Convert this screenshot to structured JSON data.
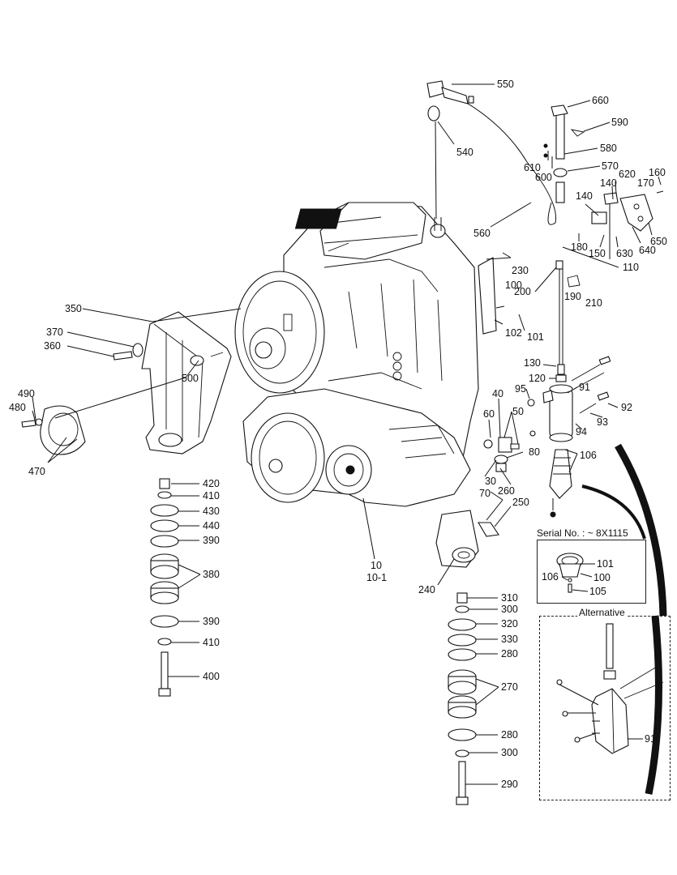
{
  "callouts": [
    {
      "id": "c550",
      "text": "550"
    },
    {
      "id": "c660",
      "text": "660"
    },
    {
      "id": "c590",
      "text": "590"
    },
    {
      "id": "c540",
      "text": "540"
    },
    {
      "id": "c580",
      "text": "580"
    },
    {
      "id": "c610",
      "text": "610"
    },
    {
      "id": "c600",
      "text": "600"
    },
    {
      "id": "c570",
      "text": "570"
    },
    {
      "id": "c620",
      "text": "620"
    },
    {
      "id": "c160",
      "text": "160"
    },
    {
      "id": "c170",
      "text": "170"
    },
    {
      "id": "c140a",
      "text": "140"
    },
    {
      "id": "c140b",
      "text": "140"
    },
    {
      "id": "c560",
      "text": "560"
    },
    {
      "id": "c650",
      "text": "650"
    },
    {
      "id": "c180",
      "text": "180"
    },
    {
      "id": "c640",
      "text": "640"
    },
    {
      "id": "c150",
      "text": "150"
    },
    {
      "id": "c630",
      "text": "630"
    },
    {
      "id": "c230",
      "text": "230"
    },
    {
      "id": "c110",
      "text": "110"
    },
    {
      "id": "c200",
      "text": "200"
    },
    {
      "id": "c100",
      "text": "100"
    },
    {
      "id": "c190",
      "text": "190"
    },
    {
      "id": "c210",
      "text": "210"
    },
    {
      "id": "c350",
      "text": "350"
    },
    {
      "id": "c102",
      "text": "102"
    },
    {
      "id": "c101",
      "text": "101"
    },
    {
      "id": "c370",
      "text": "370"
    },
    {
      "id": "c360",
      "text": "360"
    },
    {
      "id": "c130",
      "text": "130"
    },
    {
      "id": "c500",
      "text": "500"
    },
    {
      "id": "c120",
      "text": "120"
    },
    {
      "id": "c91",
      "text": "91"
    },
    {
      "id": "c95",
      "text": "95"
    },
    {
      "id": "c490",
      "text": "490"
    },
    {
      "id": "c40",
      "text": "40"
    },
    {
      "id": "c92",
      "text": "92"
    },
    {
      "id": "c480",
      "text": "480"
    },
    {
      "id": "c50",
      "text": "50"
    },
    {
      "id": "c93",
      "text": "93"
    },
    {
      "id": "c60",
      "text": "60"
    },
    {
      "id": "c94",
      "text": "94"
    },
    {
      "id": "c470",
      "text": "470"
    },
    {
      "id": "c80",
      "text": "80"
    },
    {
      "id": "c106",
      "text": "106"
    },
    {
      "id": "c30",
      "text": "30"
    },
    {
      "id": "c420",
      "text": "420"
    },
    {
      "id": "c70",
      "text": "70"
    },
    {
      "id": "c260",
      "text": "260"
    },
    {
      "id": "c410a",
      "text": "410"
    },
    {
      "id": "c250",
      "text": "250"
    },
    {
      "id": "c430",
      "text": "430"
    },
    {
      "id": "c440",
      "text": "440"
    },
    {
      "id": "c390a",
      "text": "390"
    },
    {
      "id": "c380",
      "text": "380"
    },
    {
      "id": "c10",
      "text": "10"
    },
    {
      "id": "c10_1",
      "text": "10-1"
    },
    {
      "id": "c240",
      "text": "240"
    },
    {
      "id": "c310",
      "text": "310"
    },
    {
      "id": "c300a",
      "text": "300"
    },
    {
      "id": "c390b",
      "text": "390"
    },
    {
      "id": "c320",
      "text": "320"
    },
    {
      "id": "c410b",
      "text": "410"
    },
    {
      "id": "c330",
      "text": "330"
    },
    {
      "id": "c280a",
      "text": "280"
    },
    {
      "id": "c400",
      "text": "400"
    },
    {
      "id": "c270",
      "text": "270"
    },
    {
      "id": "c280b",
      "text": "280"
    },
    {
      "id": "c300b",
      "text": "300"
    },
    {
      "id": "c290",
      "text": "290"
    }
  ],
  "serial_box": {
    "title": "Serial No. : ~ 8X1115",
    "callouts": [
      {
        "id": "s101",
        "text": "101"
      },
      {
        "id": "s106",
        "text": "106"
      },
      {
        "id": "s100",
        "text": "100"
      },
      {
        "id": "s105",
        "text": "105"
      }
    ]
  },
  "alternative_box": {
    "title": "Alternative",
    "callouts": [
      {
        "id": "a91",
        "text": "91"
      }
    ]
  }
}
